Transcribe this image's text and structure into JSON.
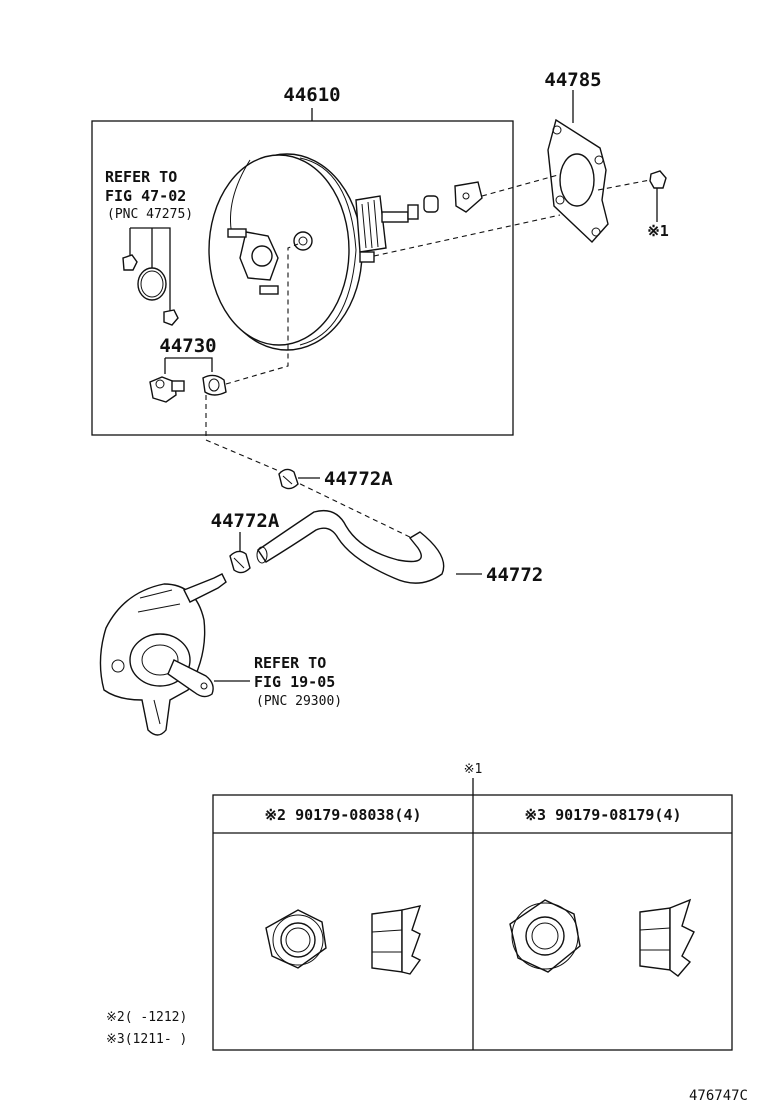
{
  "parts": {
    "booster": "44610",
    "gasket": "44785",
    "check_valve": "44730",
    "clip_upper": "44772A",
    "clip_lower": "44772A",
    "hose": "44772",
    "nut_ref": "※1"
  },
  "refer_upper": {
    "line1": "REFER TO",
    "line2": "FIG 47-02",
    "line3": "(PNC 47275)"
  },
  "refer_lower": {
    "line1": "REFER TO",
    "line2": "FIG 19-05",
    "line3": "(PNC 29300)"
  },
  "table": {
    "ref": "※1",
    "col1_header": "※2 90179-08038(4)",
    "col2_header": "※3 90179-08179(4)"
  },
  "notes": {
    "note2": "※2(  -1212)",
    "note3": "※3(1211-  )"
  },
  "figure_id": "476747C"
}
